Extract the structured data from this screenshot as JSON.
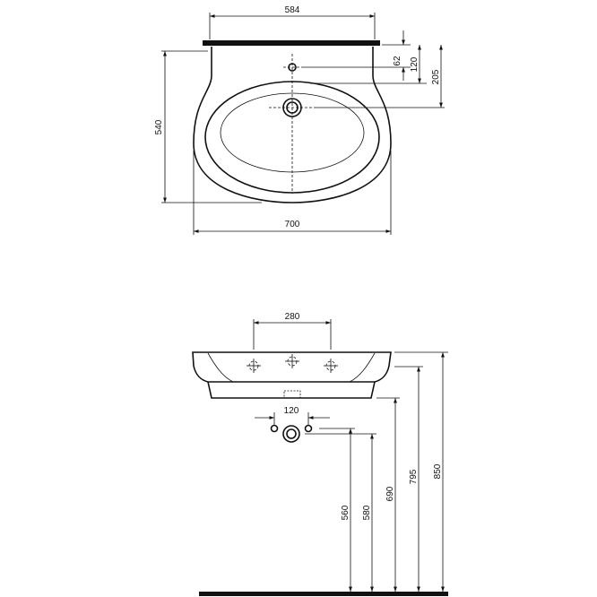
{
  "top_view": {
    "dims": {
      "width_top": "584",
      "width_overall": "700",
      "depth": "540",
      "tap_hole": "62",
      "rim": "120",
      "drain": "205"
    }
  },
  "front_view": {
    "dims": {
      "tap_spacing": "280",
      "waste_spacing": "120",
      "h_560": "560",
      "h_580": "580",
      "h_690": "690",
      "h_795": "795",
      "h_850": "850"
    }
  }
}
